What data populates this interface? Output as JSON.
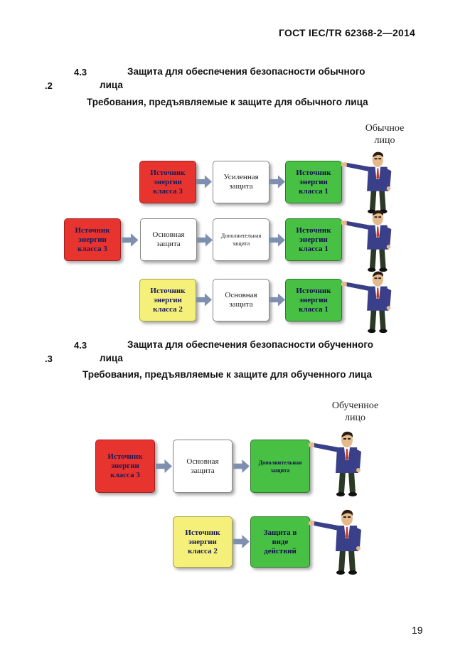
{
  "header": {
    "standard": "ГОСТ IEC/TR 62368-2—2014"
  },
  "section1": {
    "num_top": "4.3",
    "num_bottom": ".2",
    "title_line1": "Защита для обеспечения безопасности обычного",
    "title_line2": "лица",
    "subtitle": "Требования, предъявляемые к защите для обычного лица",
    "person_label": "Обычное\nлицо",
    "rows": [
      {
        "boxes": [
          "Источник\nэнергии\nкласса 3",
          "Усиленная\nзащита",
          "Источник\nэнергии\nкласса 1"
        ]
      },
      {
        "boxes": [
          "Источник\nэнергии\nкласса 3",
          "Основная\nзащита",
          "Дополнительная\nзащита",
          "Источник\nэнергии\nкласса 1"
        ]
      },
      {
        "boxes": [
          "Источник\nэнергии\nкласса 2",
          "Основная\nзащита",
          "Источник\nэнергии\nкласса 1"
        ]
      }
    ]
  },
  "section2": {
    "num_top": "4.3",
    "num_bottom": ".3",
    "title_line1": "Защита для обеспечения безопасности обученного",
    "title_line2": "лица",
    "subtitle": "Требования, предъявляемые к защите для обученного лица",
    "person_label": "Обученное\nлицо",
    "rows": [
      {
        "boxes": [
          "Источник\nэнергии\nкласса 3",
          "Основная\nзащита",
          "Дополнительная\nзащита"
        ]
      },
      {
        "boxes": [
          "Источник\nэнергии\nкласса 2",
          "Защита в\nвиде\nдействий"
        ]
      }
    ]
  },
  "footer": {
    "page_number": "19"
  },
  "colors": {
    "red": "#e8342f",
    "yellow": "#f4f07a",
    "green": "#48c044",
    "arrow": "#7e8fb0",
    "suit": "#3a3f8a"
  }
}
